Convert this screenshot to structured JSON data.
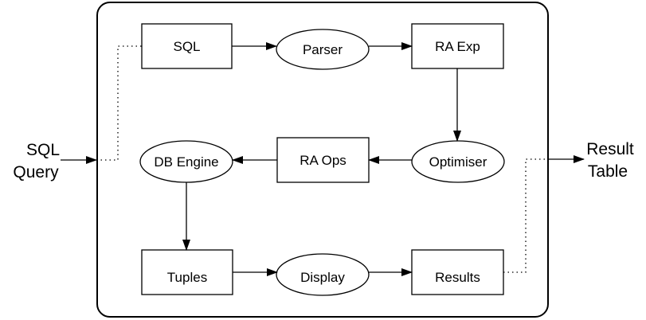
{
  "input_label": {
    "line1": "SQL",
    "line2": "Query"
  },
  "output_label": {
    "line1": "Result",
    "line2": "Table"
  },
  "nodes": {
    "sql": "SQL",
    "parser": "Parser",
    "ra_exp": "RA Exp",
    "optimiser": "Optimiser",
    "ra_ops": "RA Ops",
    "db_engine": "DB Engine",
    "tuples": "Tuples",
    "display": "Display",
    "results": "Results"
  }
}
